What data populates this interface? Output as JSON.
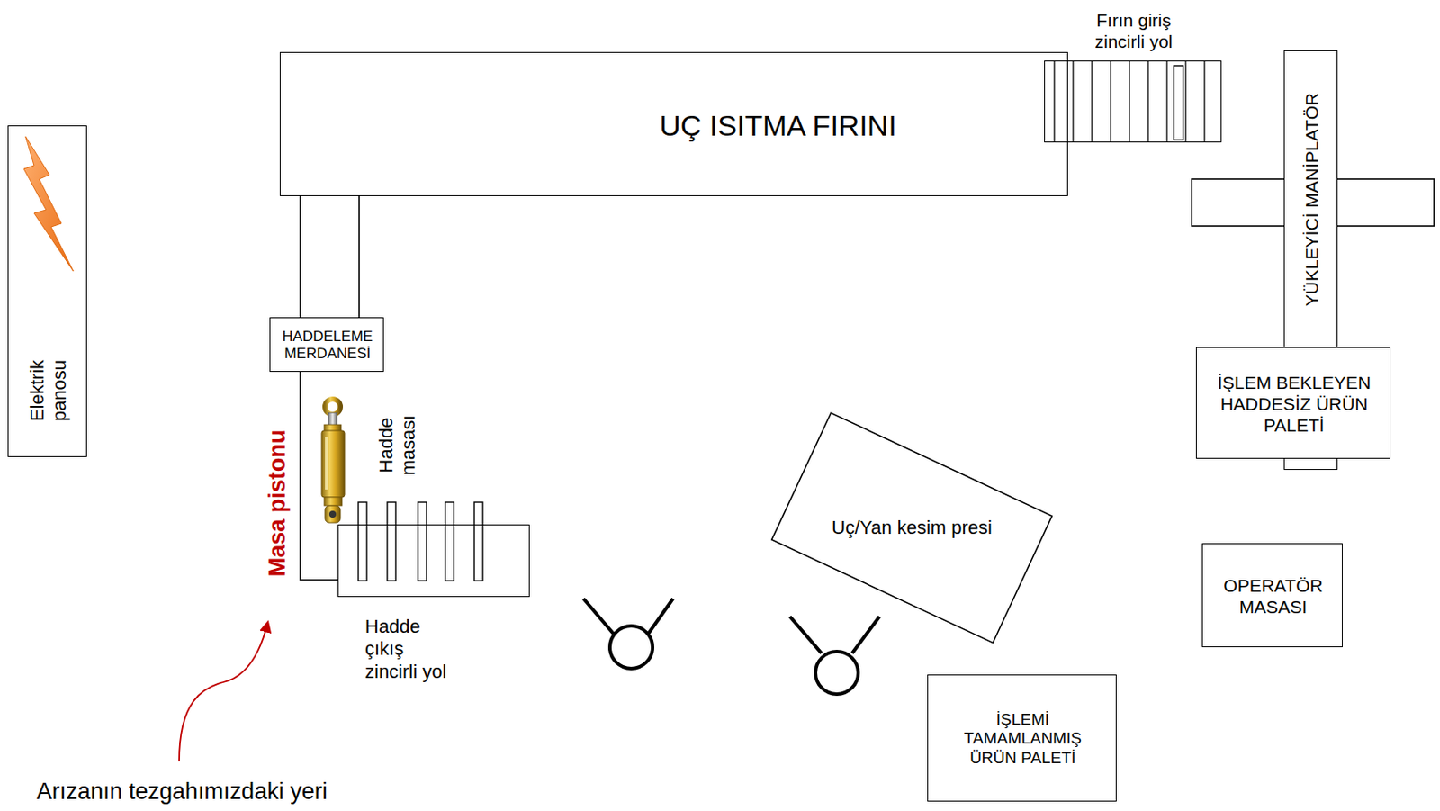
{
  "diagram": {
    "nodes": [
      {
        "text": [
          "UÇ ISITMA FIRINI"
        ]
      },
      {
        "text": [
          "Fırın giriş zincirli yol"
        ]
      },
      {
        "text": [
          "YÜKLEYİCİ MANİPLATÖR"
        ]
      },
      {
        "text": [
          "İŞLEM BEKLEYEN HADDESİZ ÜRÜN PALETİ"
        ]
      },
      {
        "text": [
          "Elektrik panosu"
        ]
      },
      {
        "text": [
          "HADDELEME MERDANESİ"
        ]
      },
      {
        "text": [
          "Hadde çıkış zincirli yol"
        ]
      },
      {
        "text": [
          "Uç/Yan kesim presi"
        ]
      },
      {
        "text": [
          "OPERATÖR MASASI"
        ]
      },
      {
        "text": [
          "İŞLEMİ TAMAMLANMIŞ ÜRÜN PALETİ"
        ]
      }
    ],
    "labels": [
      "Hadde masası",
      "Masa pistonu",
      "Arızanın tezgahımızdaki yeri"
    ]
  }
}
